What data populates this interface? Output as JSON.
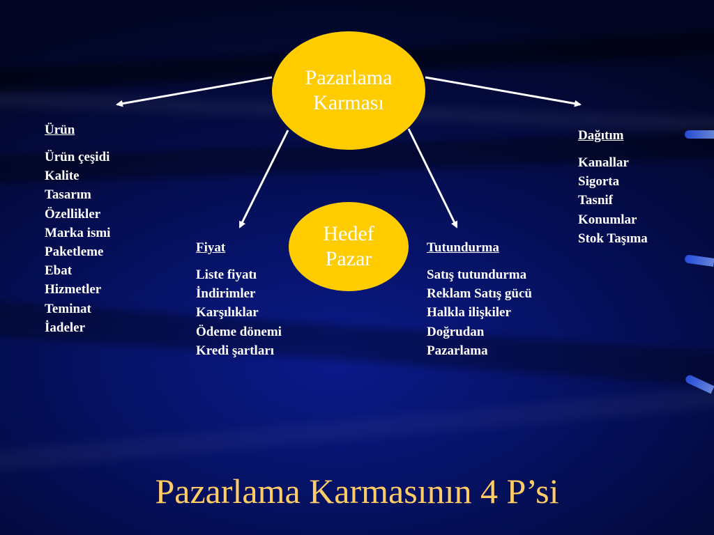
{
  "center": {
    "line1": "Pazarlama",
    "line2": "Karması"
  },
  "target": {
    "line1": "Hedef",
    "line2": "Pazar"
  },
  "groups": {
    "urun": {
      "heading": "Ürün",
      "items": [
        "Ürün çeşidi",
        "Kalite",
        "Tasarım",
        "Özellikler",
        "Marka ismi",
        "Paketleme",
        "Ebat",
        "Hizmetler",
        "Teminat",
        "İadeler"
      ]
    },
    "fiyat": {
      "heading": "Fiyat",
      "items": [
        "Liste fiyatı",
        "İndirimler",
        "Karşılıklar",
        "Ödeme dönemi",
        "Kredi şartları"
      ]
    },
    "tutundurma": {
      "heading": "Tutundurma",
      "items": [
        "Satış tutundurma",
        "Reklam Satış gücü",
        "Halkla ilişkiler",
        "Doğrudan",
        "Pazarlama"
      ]
    },
    "dagitim": {
      "heading": "Dağıtım",
      "items": [
        "Kanallar",
        "Sigorta",
        "Tasnif",
        "Konumlar",
        "Stok Taşıma"
      ]
    }
  },
  "title": "Pazarlama Karmasının 4 P’si",
  "colors": {
    "oval": "#ffcc00",
    "title": "#ffcc66",
    "text": "#ffffff",
    "background": "#061266"
  }
}
